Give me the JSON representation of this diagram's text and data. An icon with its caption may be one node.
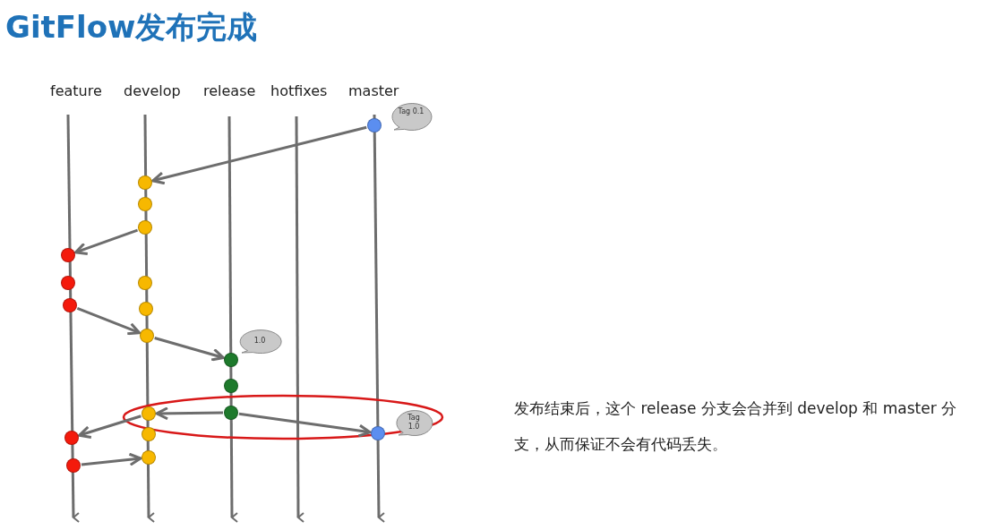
{
  "diagram": {
    "title": "GitFlow发布完成",
    "nodes": [
      {
        "text": [
          "Tag 0.1"
        ]
      },
      {
        "text": [],
        "shape": "circle"
      },
      {
        "text": [],
        "shape": "circle"
      },
      {
        "text": [],
        "shape": "circle"
      },
      {
        "text": [],
        "shape": "circle"
      },
      {
        "text": [],
        "shape": "circle"
      },
      {
        "text": [],
        "shape": "circle"
      },
      {
        "text": [],
        "shape": "circle"
      },
      {
        "text": [],
        "shape": "circle"
      },
      {
        "text": [],
        "shape": "circle"
      },
      {
        "text": [],
        "shape": "circle"
      },
      {
        "text": [
          "1.0"
        ]
      },
      {
        "text": [],
        "shape": "circle"
      },
      {
        "text": [],
        "shape": "circle"
      },
      {
        "text": [],
        "shape": "circle"
      },
      {
        "text": [],
        "shape": "circle"
      },
      {
        "text": [
          "Tag 1.0"
        ]
      },
      {
        "text": [],
        "shape": "circle"
      },
      {
        "text": [],
        "shape": "circle"
      },
      {
        "text": [],
        "shape": "circle"
      },
      {
        "text": [],
        "shape": "circle"
      },
      {
        "text": [],
        "shape": "circle"
      }
    ],
    "edges": [
      {
        "from": 1,
        "to": 2,
        "arrow": "to"
      },
      {
        "from": 4,
        "to": 5,
        "arrow": "to"
      },
      {
        "from": 8,
        "to": 10,
        "arrow": "to"
      },
      {
        "from": 10,
        "to": 12,
        "arrow": "to"
      },
      {
        "from": 14,
        "to": 15,
        "arrow": "to"
      },
      {
        "from": 14,
        "to": 17,
        "arrow": "to"
      },
      {
        "from": 15,
        "to": 19,
        "arrow": "to"
      },
      {
        "from": 21,
        "to": 20,
        "arrow": "to"
      }
    ],
    "labels": [
      "feature",
      "develop",
      "release",
      "hotfixes",
      "master",
      "发布结束后，这个 release 分支会合并到 develop 和 master 分支，从而保证不会有代码丢失。"
    ]
  }
}
